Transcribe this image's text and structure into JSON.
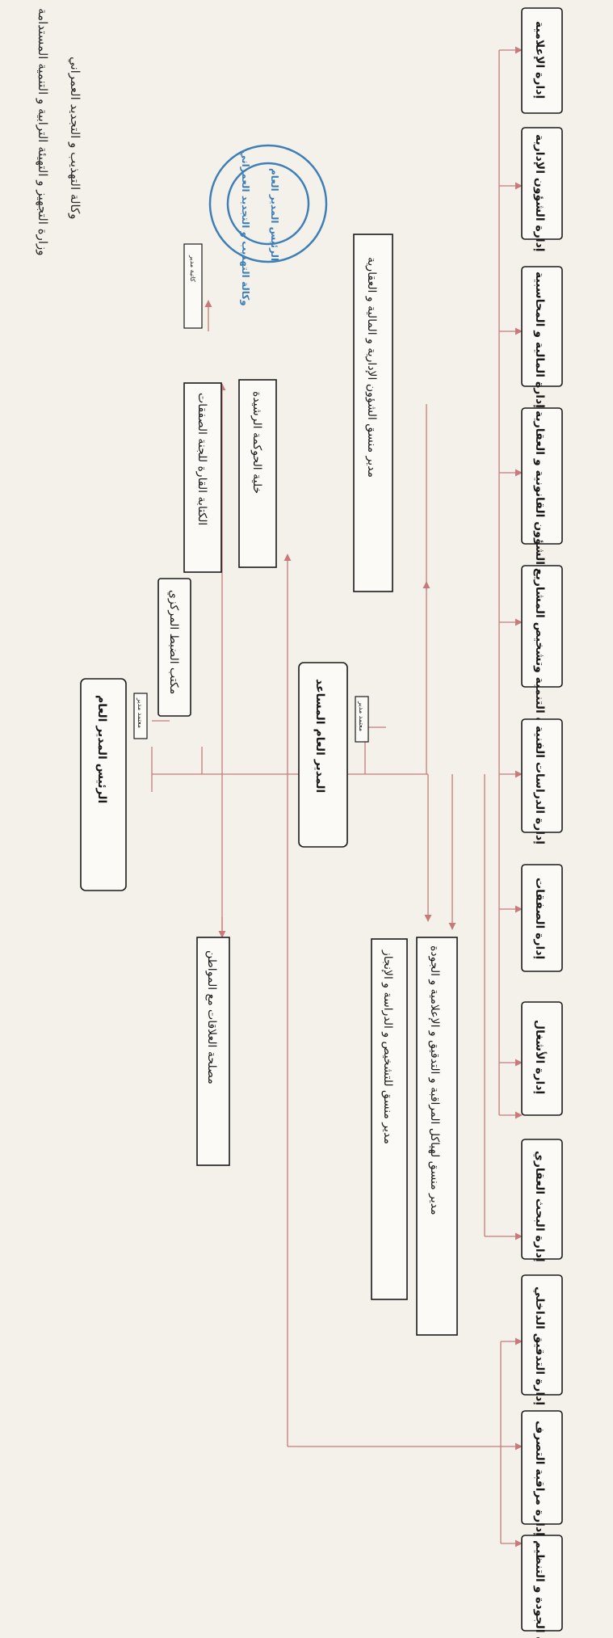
{
  "header": {
    "ministry": "وزارة التجهيز و التهيئة الترابية و التنمية المستدامة",
    "agency": "وكالة التهذيب و التجديد العمراني"
  },
  "stamp": {
    "text": "وكالة التهذيب و التجديد العمراني",
    "center_text": "الرئيس المدير العام"
  },
  "org": {
    "ceo": "الرئيس المدير العام",
    "secretary_ceo": "معتمد مدير",
    "central_control": "مكتب الضبط المركزي",
    "standing_committee": "الكتابة القارة للجنة الصفقات",
    "committee_secretary": "كاتبة مدير",
    "governance": "خلية الحوكمة الرشيدة",
    "citizen_relations": "مصلحة العلاقات مع المواطن",
    "assistant_gm": "المدير العام المساعد",
    "secretary_agm": "معتمد مدير",
    "coord_admin": "مدير منسق الشؤون الإدارية و المالية و العقارية",
    "coord_diagnosis": "مدير منسق للتشخيص و الدراسة و الإنجاز",
    "coord_control": "مدير منسق لهياكل المراقبة و التدقيق و الإعلامية و الجودة",
    "departments": [
      "إدارة الإعلامية",
      "إدارة الشؤون الإدارية",
      "إدارة المالية و المحاسبية",
      "إدارة الشؤون القانونية و العقارية",
      "إدارة التنمية وتشخيص المشاريع",
      "إدارة الدراسات الفنية",
      "إدارة الصفقات",
      "إدارة الأشغال",
      "إدارة البحث العقاري"
    ],
    "control_units": [
      "إدارة التدقيق الداخلي",
      "إدارة مراقبة التصرف",
      "إدارة الجودة و التنظيم"
    ]
  }
}
